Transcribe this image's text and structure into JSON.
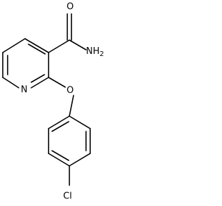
{
  "molecule": {
    "labels": {
      "O_carbonyl": "O",
      "NH2": "NH",
      "NH2_subscript": "2",
      "N_ring": "N",
      "O_ether": "O",
      "Cl": "Cl"
    }
  }
}
